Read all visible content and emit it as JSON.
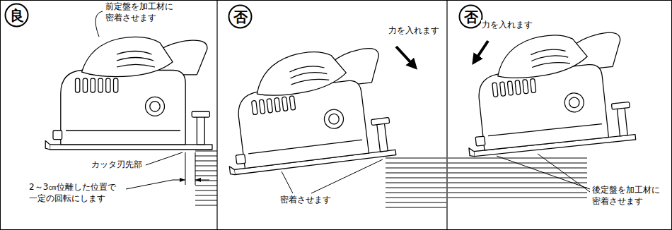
{
  "diagram": {
    "nodes": [
      {
        "text": [
          "良"
        ]
      },
      {
        "text": [
          "否"
        ]
      },
      {
        "text": [
          "否"
        ]
      }
    ],
    "labels": [
      "前定盤を加工材に 密着させます",
      "カッタ刃先部",
      "2～3㎝位離した位置で 一定の回転にします",
      "力を入れます",
      "密着させます",
      "力を入れます",
      "後定盤を加工材に 密着させます"
    ]
  }
}
